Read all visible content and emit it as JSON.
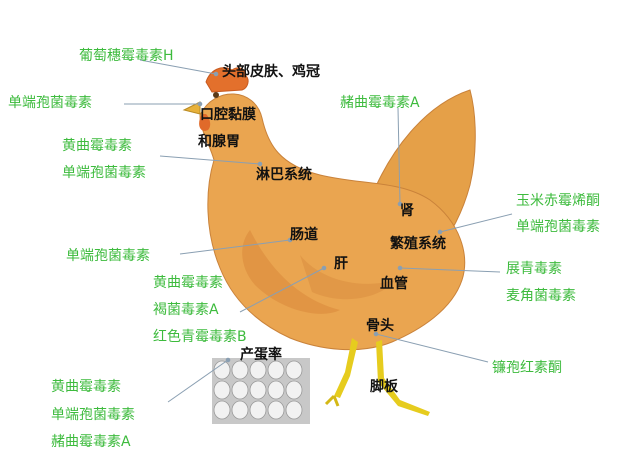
{
  "colors": {
    "toxin_label": "#3dbb3d",
    "organ_label": "#111111",
    "hen_body": "#e8a24e",
    "hen_shadow": "#d3873a",
    "comb": "#e06a2a",
    "legs": "#e6cc1e",
    "leader_line": "#8a9fb2"
  },
  "organs": {
    "head_skin_comb": "头部皮肤、鸡冠",
    "oral_mucosa": "口腔黏膜",
    "glandular_stomach": "和腺胃",
    "lymphatic_system": "淋巴系统",
    "kidney": "肾",
    "intestine": "肠道",
    "reproductive_system": "繁殖系统",
    "liver": "肝",
    "blood_vessels": "血管",
    "bone": "骨头",
    "egg_production": "产蛋率",
    "feet": "脚板"
  },
  "toxins": {
    "head": [
      "葡萄穗霉毒素H"
    ],
    "oral": [
      "单端孢菌毒素"
    ],
    "lymph": [
      "黄曲霉毒素",
      "单端孢菌毒素"
    ],
    "kidney": [
      "赭曲霉毒素A"
    ],
    "reproductive": [
      "玉米赤霉烯酮",
      "单端孢菌毒素"
    ],
    "intestine": [
      "单端孢菌毒素"
    ],
    "liver": [
      "黄曲霉毒素",
      "褐菌毒素A",
      "红色青霉毒素B"
    ],
    "blood_vessels": [
      "展青毒素",
      "麦角菌毒素"
    ],
    "bone": [
      "镰孢红素酮"
    ],
    "egg_production": [
      "黄曲霉毒素",
      "单端孢菌毒素",
      "赭曲霉毒素A"
    ]
  }
}
